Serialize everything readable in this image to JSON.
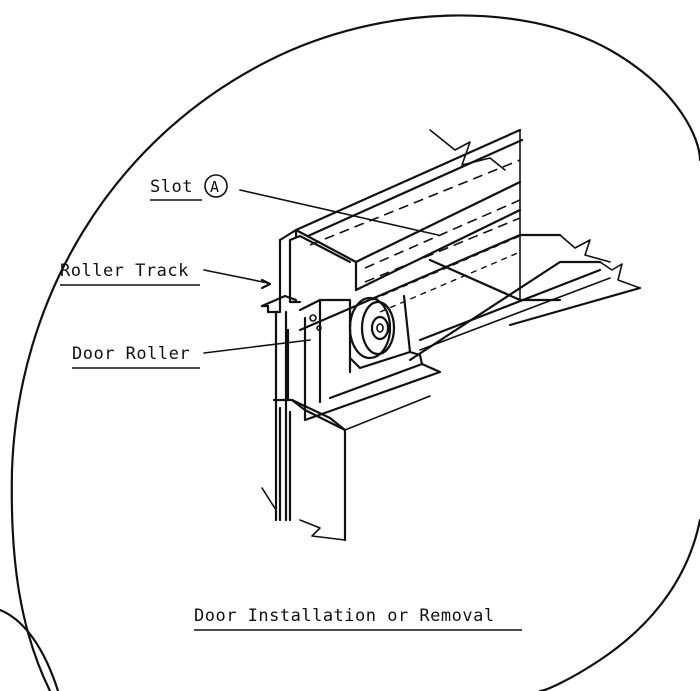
{
  "labels": {
    "slot": "Slot",
    "slot_marker": "A",
    "roller_track": "Roller Track",
    "door_roller": "Door Roller",
    "caption": "Door Installation or Removal"
  }
}
